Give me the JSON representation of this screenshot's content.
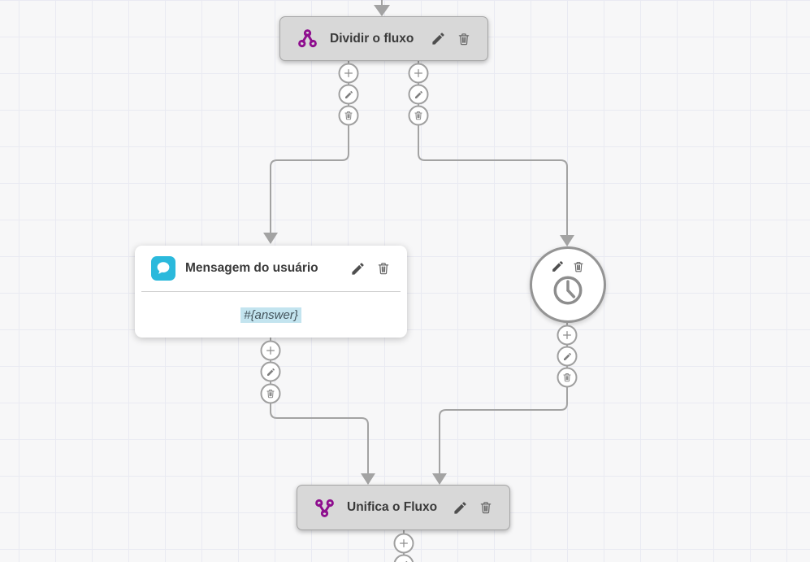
{
  "nodes": {
    "split": {
      "label": "Dividir o fluxo"
    },
    "user_message": {
      "title": "Mensagem do usuário",
      "body": "#{answer}"
    },
    "merge": {
      "label": "Unifica o Fluxo"
    }
  },
  "icons": {
    "split": "split-flow-icon",
    "user_message": "chat-bubble-icon",
    "timer": "clock-icon",
    "merge": "merge-flow-icon",
    "edit": "pencil-icon",
    "delete": "trash-icon",
    "add": "plus-icon"
  },
  "colors": {
    "purple": "#8e0e8e",
    "chat_blue": "#2bb9dc",
    "highlight": "#c3e4ef",
    "connector": "#a3a3a3"
  }
}
